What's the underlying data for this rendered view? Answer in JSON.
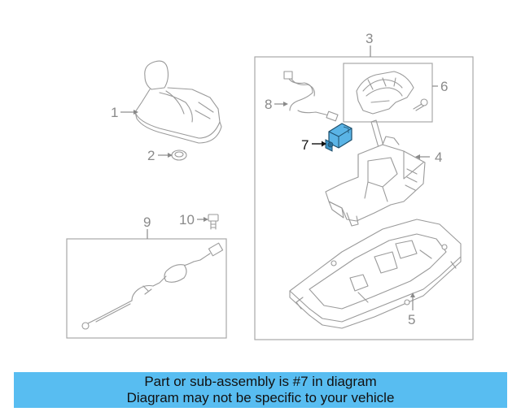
{
  "diagram": {
    "callouts": [
      "1",
      "2",
      "3",
      "4",
      "5",
      "6",
      "7",
      "8",
      "9",
      "10"
    ],
    "highlighted_part": "7",
    "highlight_color": "#5ab4e6"
  },
  "banner": {
    "line1": "Part or sub-assembly is #7 in diagram",
    "line2": "Diagram may not be specific to your vehicle",
    "background": "#58bdf1"
  }
}
